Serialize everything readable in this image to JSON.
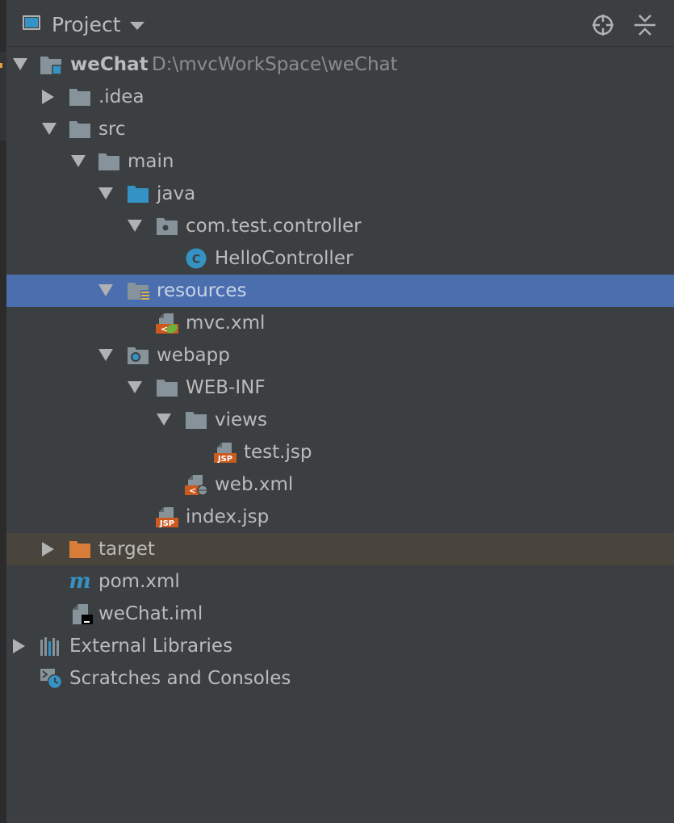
{
  "header": {
    "title": "Project",
    "icons": [
      "project-window-icon",
      "dropdown-chevron-icon",
      "locate-icon",
      "collapse-all-icon"
    ]
  },
  "colors": {
    "panel_bg": "#3c3f41",
    "selection": "#4b6eaf",
    "excluded_bg": "#49453c",
    "text": "#bbbbbb",
    "path_text": "#8c8c8c",
    "folder": "#87939a",
    "source_folder": "#3592c4",
    "excluded_folder": "#d87c3a",
    "jsp_badge": "#cc5a20"
  },
  "tree": {
    "items": [
      {
        "label": "weChat",
        "path": "D:\\mvcWorkSpace\\weChat",
        "icon": "module-folder-icon"
      },
      {
        "label": ".idea",
        "icon": "folder-icon"
      },
      {
        "label": "src",
        "icon": "folder-icon"
      },
      {
        "label": "main",
        "icon": "folder-icon"
      },
      {
        "label": "java",
        "icon": "source-folder-icon"
      },
      {
        "label": "com.test.controller",
        "icon": "package-icon"
      },
      {
        "label": "HelloController",
        "icon": "java-class-icon",
        "badge": "C"
      },
      {
        "label": "resources",
        "icon": "resources-folder-icon",
        "selected": true
      },
      {
        "label": "mvc.xml",
        "icon": "spring-xml-icon"
      },
      {
        "label": "webapp",
        "icon": "web-folder-icon"
      },
      {
        "label": "WEB-INF",
        "icon": "folder-icon"
      },
      {
        "label": "views",
        "icon": "folder-icon"
      },
      {
        "label": "test.jsp",
        "icon": "jsp-file-icon",
        "badge": "JSP"
      },
      {
        "label": "web.xml",
        "icon": "web-xml-icon"
      },
      {
        "label": "index.jsp",
        "icon": "jsp-file-icon",
        "badge": "JSP"
      },
      {
        "label": "target",
        "icon": "excluded-folder-icon"
      },
      {
        "label": "pom.xml",
        "icon": "maven-icon",
        "badge": "m"
      },
      {
        "label": "weChat.iml",
        "icon": "iml-file-icon"
      },
      {
        "label": "External Libraries",
        "icon": "libraries-icon"
      },
      {
        "label": "Scratches and Consoles",
        "icon": "scratches-icon"
      }
    ]
  }
}
